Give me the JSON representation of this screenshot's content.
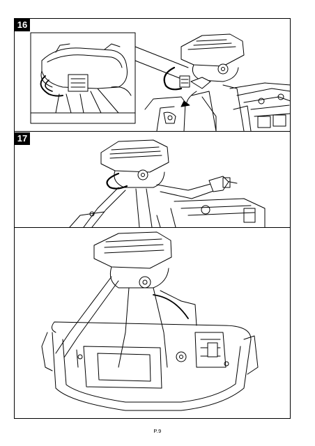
{
  "steps": [
    {
      "number": "16"
    },
    {
      "number": "17"
    }
  ],
  "page_label": "P.9"
}
